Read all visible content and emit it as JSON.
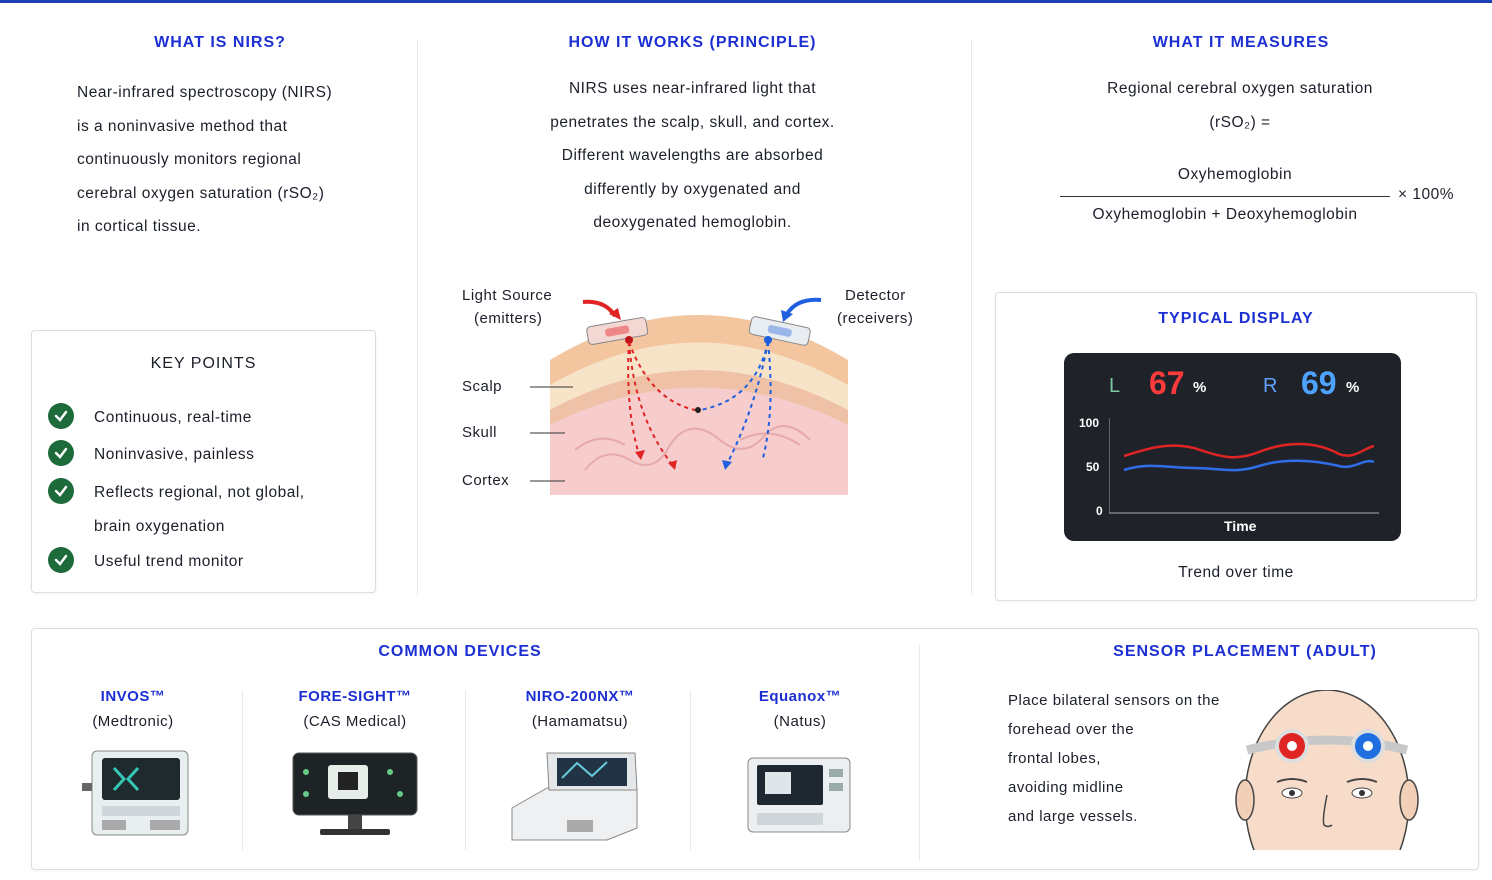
{
  "sections": {
    "what_is": {
      "title": "WHAT IS NIRS?",
      "lines": [
        "Near-infrared spectroscopy (NIRS)",
        "is a noninvasive method that",
        "continuously monitors regional",
        "cerebral oxygen saturation (rSO₂)",
        "in cortical tissue."
      ]
    },
    "principle": {
      "title": "HOW IT WORKS (PRINCIPLE)",
      "lines": [
        "NIRS uses near-infrared light that",
        "penetrates the scalp, skull, and cortex.",
        "Different wavelengths are absorbed",
        "differently by oxygenated and",
        "deoxygenated hemoglobin."
      ],
      "diagram": {
        "source_label": "Light Source",
        "source_sub": "(emitters)",
        "detector_label": "Detector",
        "detector_sub": "(receivers)",
        "layers": [
          "Scalp",
          "Skull",
          "Cortex"
        ],
        "colors": {
          "emit": "#e02424",
          "detect": "#1f5fe0",
          "scalp": "#f3c6a0",
          "skull": "#f7e3c8",
          "cortex": "#f6cccc"
        }
      }
    },
    "measures": {
      "title": "WHAT IT MEASURES",
      "line1": "Regional cerebral oxygen saturation",
      "line2": "(rSO₂) =",
      "numerator": "Oxyhemoglobin",
      "denominator": "Oxyhemoglobin + Deoxyhemoglobin",
      "multiplier": "× 100%"
    },
    "key_points": {
      "title": "KEY POINTS",
      "items": [
        "Continuous, real-time",
        "Noninvasive, painless",
        "Reflects regional, not global,",
        "Useful trend monitor"
      ],
      "item3_cont": "brain oxygenation"
    },
    "display": {
      "title": "TYPICAL DISPLAY",
      "left_label": "L",
      "left_value": "67",
      "left_unit": "%",
      "right_label": "R",
      "right_value": "69",
      "right_unit": "%",
      "y_ticks": [
        "100",
        "50",
        "0"
      ],
      "x_label": "Time",
      "caption": "Trend over time",
      "series_colors": {
        "left": "#e02424",
        "right": "#2f6ee8"
      }
    },
    "devices": {
      "title": "COMMON DEVICES",
      "items": [
        {
          "name": "INVOS™",
          "maker": "(Medtronic)"
        },
        {
          "name": "FORE-SIGHT™",
          "maker": "(CAS Medical)"
        },
        {
          "name": "NIRO-200NX™",
          "maker": "(Hamamatsu)"
        },
        {
          "name": "Equanox™",
          "maker": "(Natus)"
        }
      ]
    },
    "placement": {
      "title": "SENSOR PLACEMENT (ADULT)",
      "lines": [
        "Place bilateral sensors on the",
        "forehead over the",
        "frontal lobes,",
        "avoiding midline",
        "and large vessels."
      ]
    }
  }
}
